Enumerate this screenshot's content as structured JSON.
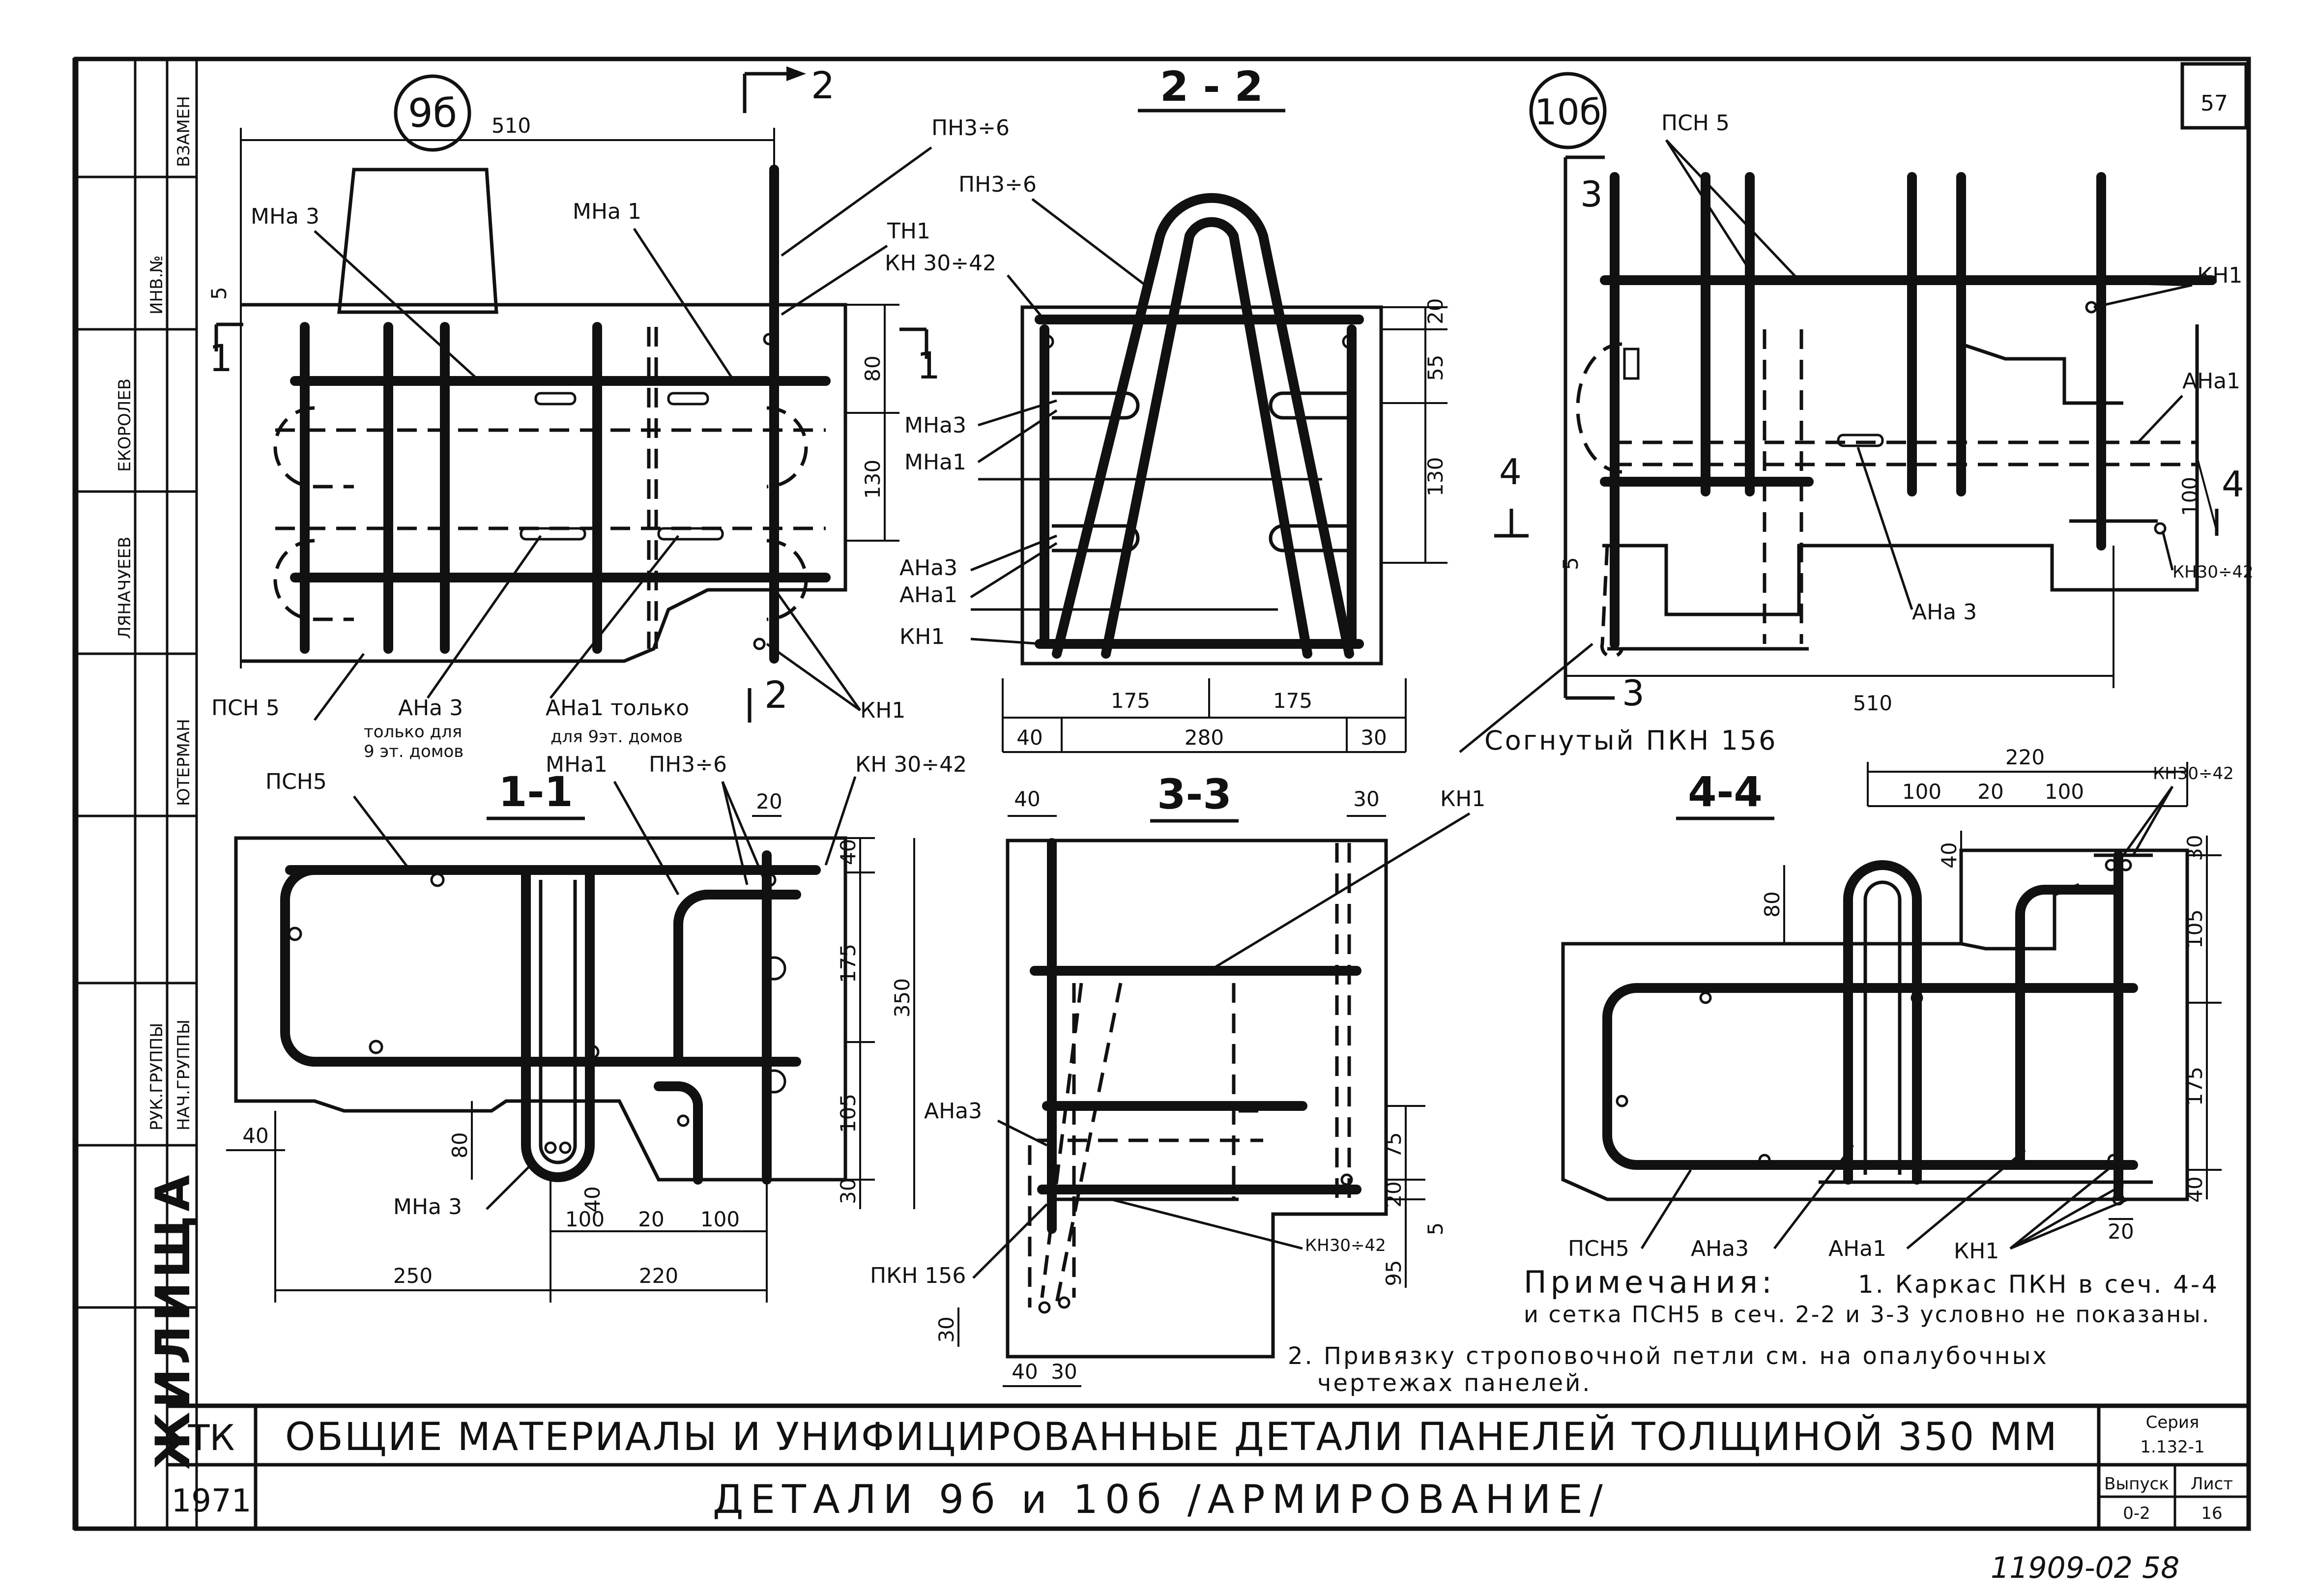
{
  "sheet": {
    "page_number": "57",
    "stamp_bottom": "11909-02 58",
    "vertical_title": "ЖИЛИЩА"
  },
  "title_block": {
    "code": "ТК",
    "year": "1971",
    "title": "ОБЩИЕ МАТЕРИАЛЫ И УНИФИЦИРОВАННЫЕ ДЕТАЛИ ПАНЕЛЕЙ ТОЛЩИНОЙ 350 ММ",
    "subtitle": "ДЕТАЛИ 9б и 10б /АРМИРОВАНИЕ/",
    "series_label": "Серия",
    "series_value": "1.132-1",
    "issue_label": "Выпуск",
    "issue_value": "0-2",
    "sheet_label": "Лист",
    "sheet_value": "16"
  },
  "side_stamp": {
    "cells": [
      "ВЗАМЕН",
      "ИНВ.№",
      "ЕКОРОЛЕВ",
      "ЛЯНАЧУЕЕВ",
      "ЮТЕРМАН",
      "НАЧ.ГРУППЫ",
      "РУК.ГРУППЫ"
    ]
  },
  "notes": {
    "heading": "Примечания:",
    "note1_line1": "1. Каркас ПКН в сеч. 4-4",
    "note1_line2": "и сетка ПСН5 в сеч. 2-2 и 3-3 условно не показаны.",
    "note2_line1": "2. Привязку строповочной петли см. на опалубочных",
    "note2_line2": "чертежах панелей."
  },
  "view_9b": {
    "marker": "9б",
    "dim_top": "510",
    "section_mark_2": "2",
    "section_mark_1": "1",
    "labels": {
      "mna3": "МНа 3",
      "mna1": "МНа 1",
      "pn3_6": "ПН3÷6",
      "tn1": "ТН1",
      "psn5": "ПСН 5",
      "ana3": "АНа 3",
      "ana3_note1": "только для",
      "ana3_note2": "9 эт. домов",
      "ana1": "АНа1 только",
      "ana1_note": "для 9эт. домов",
      "kn1": "КН1"
    },
    "dims": {
      "d5": "5",
      "d80": "80",
      "d130": "130"
    }
  },
  "view_2_2": {
    "title": "2 - 2",
    "labels": {
      "pn3_6": "ПН3÷6",
      "kn30_42": "КН 30÷42",
      "mna3": "МНа3",
      "mna1": "МНа1",
      "ana3": "АНа3",
      "ana1": "АНа1",
      "kn1": "КН1"
    },
    "dims": {
      "d20": "20",
      "d55": "55",
      "d130": "130",
      "d175a": "175",
      "d175b": "175",
      "d40": "40",
      "d280": "280",
      "d30": "30"
    }
  },
  "view_10b": {
    "marker": "10б",
    "section_mark_3": "3",
    "section_mark_4": "4",
    "labels": {
      "psn5": "ПСН 5",
      "kn1": "КН1",
      "ana1": "АНа1",
      "ana3": "АНа 3",
      "kn30_42": "КН30÷42",
      "bent": "Согнутый ПКН 156"
    },
    "dims": {
      "d100": "100",
      "d5": "5",
      "d510": "510"
    }
  },
  "view_1_1": {
    "title": "1-1",
    "labels": {
      "psn5": "ПСН5",
      "mna1": "МНа1",
      "pn3_6": "ПН3÷6",
      "kn30_42": "КН 30÷42",
      "mna3": "МНа 3"
    },
    "dims": {
      "d20": "20",
      "d40r": "40",
      "d175": "175",
      "d350": "350",
      "d105": "105",
      "d30": "30",
      "d40l": "40",
      "d80": "80",
      "d40b": "40",
      "d100a": "100",
      "d20b": "20",
      "d100b": "100",
      "d250": "250",
      "d220": "220"
    }
  },
  "view_3_3": {
    "title": "3-3",
    "labels": {
      "kn1": "КН1",
      "ana3": "АНа3",
      "pkn156": "ПКН 156",
      "kn30_42": "КН30÷42"
    },
    "dims": {
      "d40": "40",
      "d30": "30",
      "d75": "75",
      "d20": "20",
      "d5": "5",
      "d95": "95",
      "d30l": "30",
      "d40b": "40",
      "d30b": "30"
    }
  },
  "view_4_4": {
    "title": "4-4",
    "labels": {
      "kn30_42": "КН30÷42",
      "psn5": "ПСН5",
      "ana3": "АНа3",
      "ana1": "АНа1",
      "kn1": "КН1"
    },
    "dims": {
      "d220": "220",
      "d100a": "100",
      "d20": "20",
      "d100b": "100",
      "d40": "40",
      "d80": "80",
      "d30": "30",
      "d105": "105",
      "d175": "175",
      "d40b": "40",
      "d20b": "20"
    }
  }
}
